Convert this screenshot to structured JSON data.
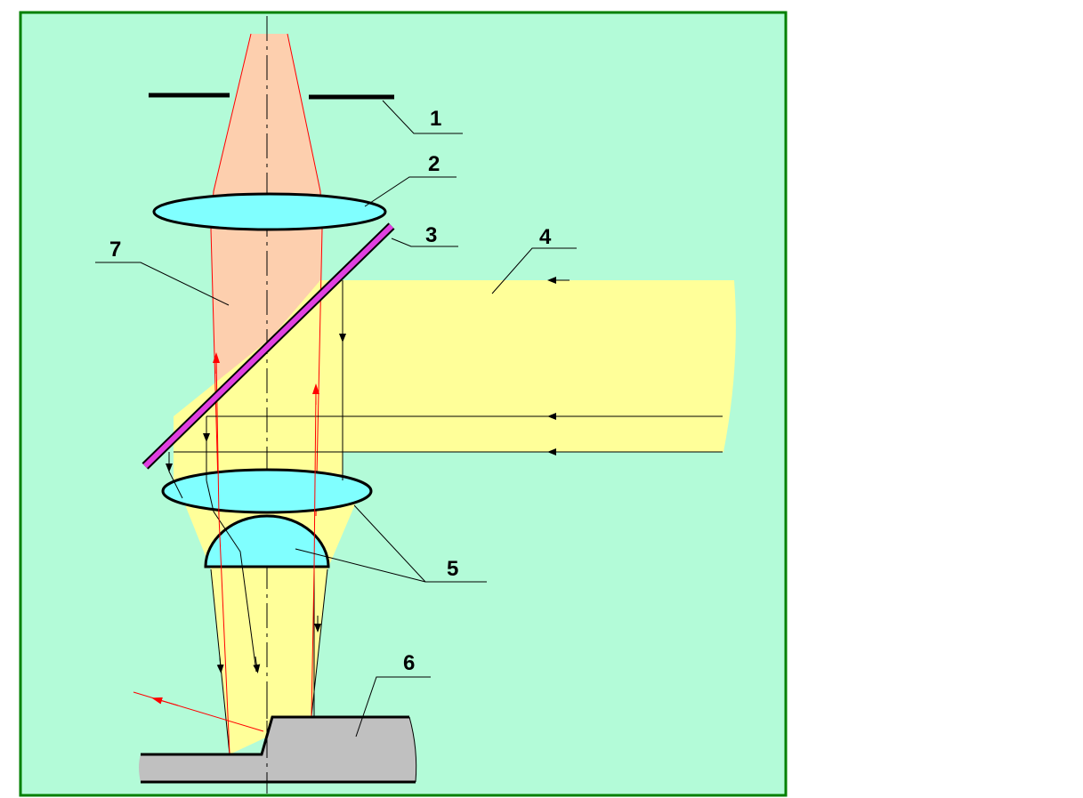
{
  "colors": {
    "background": "#b3fbd8",
    "frame": "#008000",
    "illumination_beam": "#ffff99",
    "observation_beam": "#fdcfae",
    "lens": "#80ffff",
    "splitter": "#e040e0",
    "specimen": "#c0c0c0",
    "ray": "#ff0000"
  },
  "labels": {
    "l1": "1",
    "l2": "2",
    "l3": "3",
    "l4": "4",
    "l5": "5",
    "l6": "6",
    "l7": "7"
  }
}
